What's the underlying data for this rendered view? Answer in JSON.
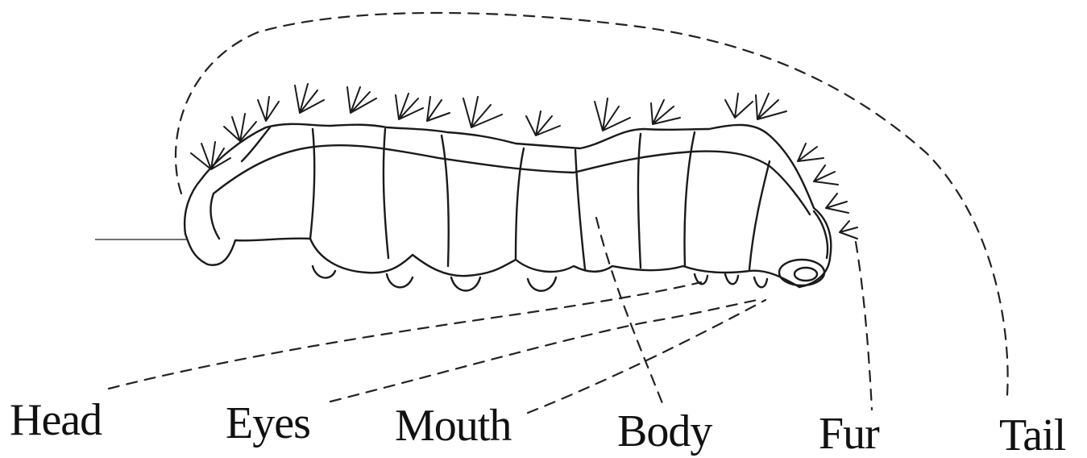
{
  "labels": {
    "head": "Head",
    "eyes": "Eyes",
    "mouth": "Mouth",
    "body": "Body",
    "fur": "Fur",
    "tail": "Tail"
  },
  "colors": {
    "ink": "#1a1a1a",
    "paper": "#ffffff"
  }
}
